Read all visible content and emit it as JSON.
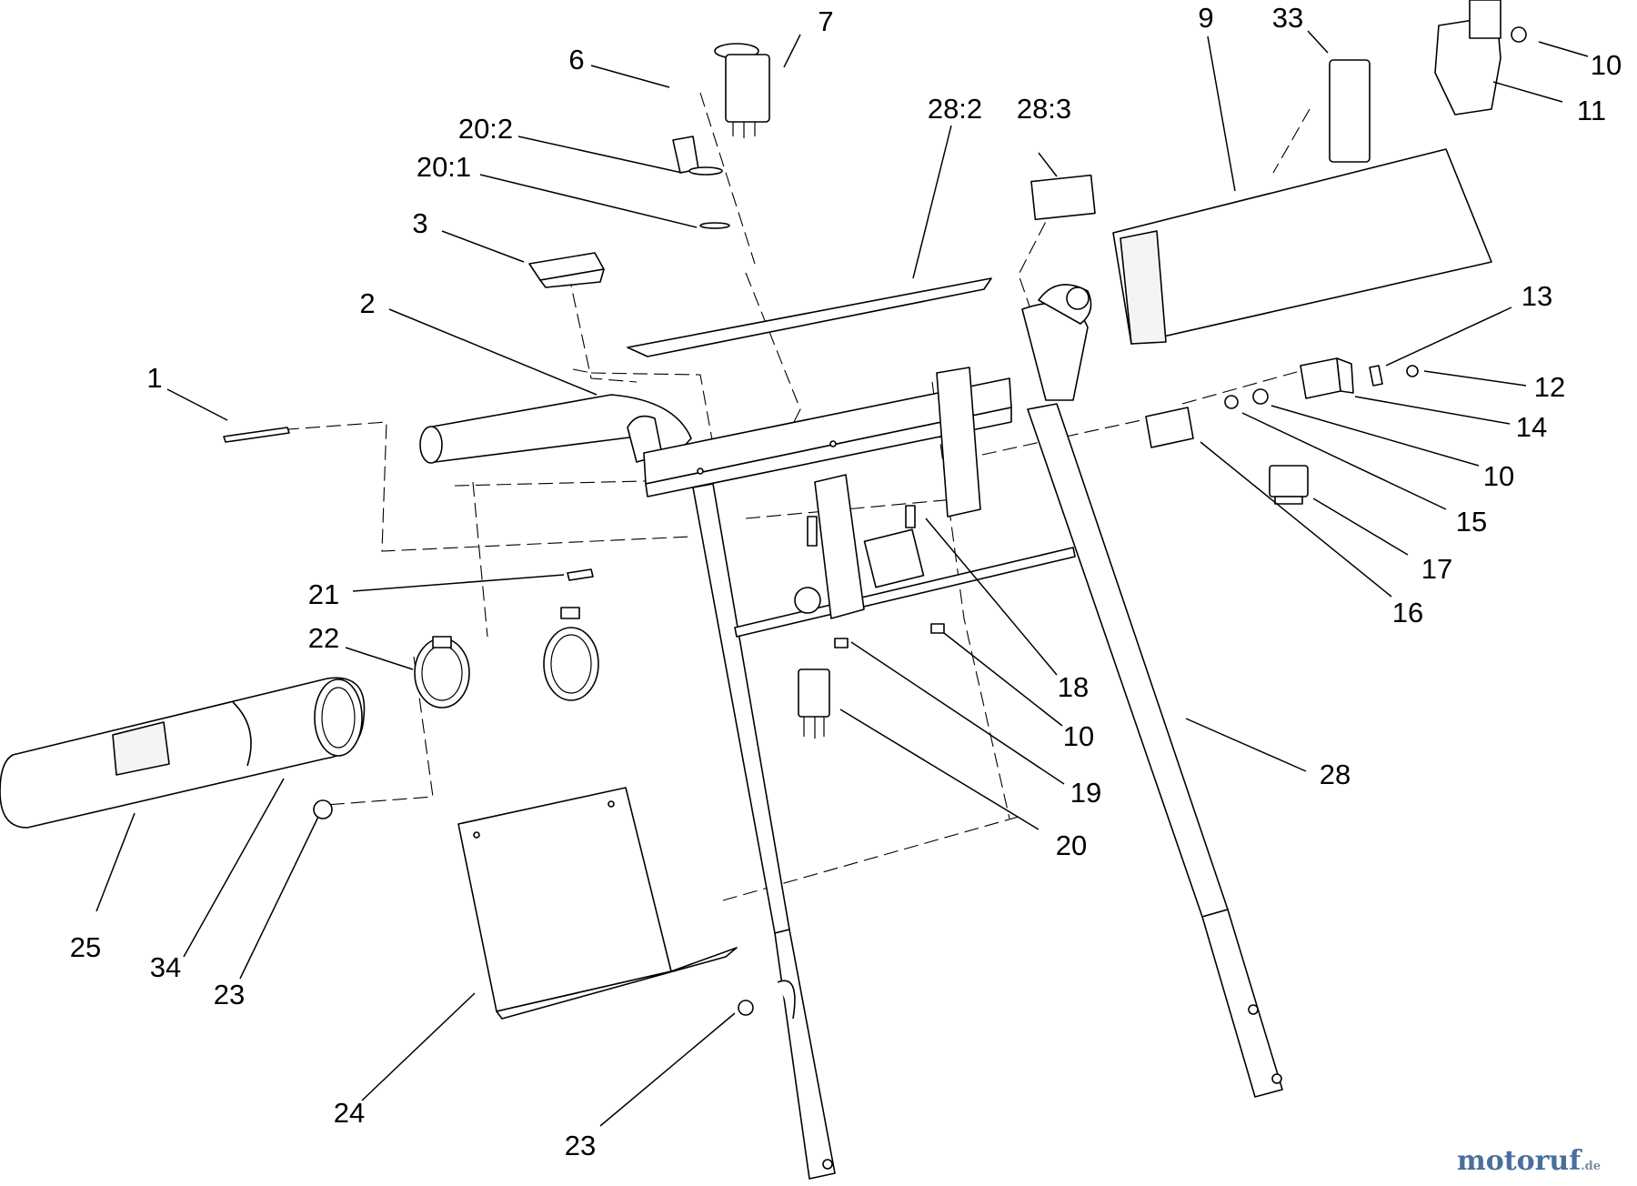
{
  "diagram": {
    "callouts": [
      {
        "id": "c1",
        "text": "1"
      },
      {
        "id": "c2",
        "text": "2"
      },
      {
        "id": "c3",
        "text": "3"
      },
      {
        "id": "c6",
        "text": "6"
      },
      {
        "id": "c7",
        "text": "7"
      },
      {
        "id": "c9",
        "text": "9"
      },
      {
        "id": "c10a",
        "text": "10"
      },
      {
        "id": "c10b",
        "text": "10"
      },
      {
        "id": "c10c",
        "text": "10"
      },
      {
        "id": "c11",
        "text": "11"
      },
      {
        "id": "c12",
        "text": "12"
      },
      {
        "id": "c13",
        "text": "13"
      },
      {
        "id": "c14",
        "text": "14"
      },
      {
        "id": "c15",
        "text": "15"
      },
      {
        "id": "c16",
        "text": "16"
      },
      {
        "id": "c17",
        "text": "17"
      },
      {
        "id": "c18",
        "text": "18"
      },
      {
        "id": "c19",
        "text": "19"
      },
      {
        "id": "c20",
        "text": "20"
      },
      {
        "id": "c20_1",
        "text": "20:1"
      },
      {
        "id": "c20_2",
        "text": "20:2"
      },
      {
        "id": "c21",
        "text": "21"
      },
      {
        "id": "c22",
        "text": "22"
      },
      {
        "id": "c23a",
        "text": "23"
      },
      {
        "id": "c23b",
        "text": "23"
      },
      {
        "id": "c24",
        "text": "24"
      },
      {
        "id": "c25",
        "text": "25"
      },
      {
        "id": "c28",
        "text": "28"
      },
      {
        "id": "c28_2",
        "text": "28:2"
      },
      {
        "id": "c28_3",
        "text": "28:3"
      },
      {
        "id": "c33",
        "text": "33"
      },
      {
        "id": "c34",
        "text": "34"
      }
    ]
  },
  "watermark": {
    "text": "motoruf",
    "suffix": ".de",
    "color": "#4a6f9c"
  }
}
